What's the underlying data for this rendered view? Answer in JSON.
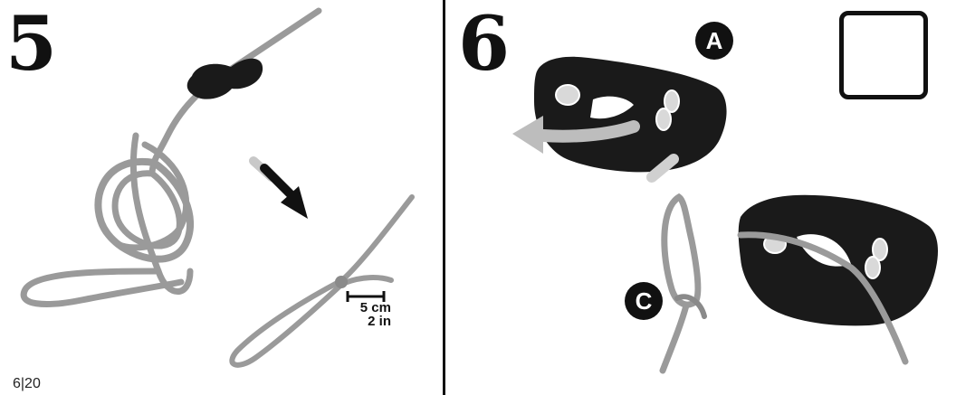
{
  "steps": {
    "left": {
      "number": "5"
    },
    "right": {
      "number": "6"
    }
  },
  "labels": {
    "a": "A",
    "c": "C"
  },
  "measurement": {
    "cm": "5 cm",
    "in": "2 in"
  },
  "page_number": "6|20",
  "colors": {
    "rope": "#9a9a9a",
    "ink": "#111111",
    "device": "#1a1a1a",
    "arrow_light": "#c8c8c8"
  },
  "icons": [
    "checkmark-icon",
    "arrow-down-right-icon",
    "curved-arrow-left-icon"
  ]
}
